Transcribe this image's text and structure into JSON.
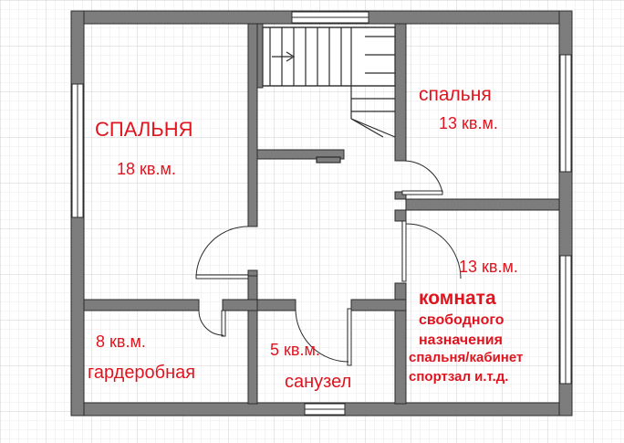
{
  "colors": {
    "wall": "#7d7d7d",
    "wall_outline": "#2b2b2b",
    "label_red": "#e0141e",
    "label_dark": "#222222",
    "grid_minor": "#e8e8e8",
    "grid_major": "#cfcfcf"
  },
  "rooms": {
    "bedroom_left": {
      "name": "СПАЛЬНЯ",
      "area": "18 кв.м."
    },
    "bedroom_right": {
      "name": "спальня",
      "area": "13 кв.м."
    },
    "multi_room": {
      "area": "13 кв.м.",
      "name": "комната",
      "name_line2": "свободного",
      "name_line3": "назначения",
      "use1": "спальня/кабинет",
      "use2": "спортзал и.т.д."
    },
    "wardrobe": {
      "area": "8 кв.м.",
      "name": "гардеробная"
    },
    "bathroom": {
      "area": "5 кв.м.",
      "name": "санузел"
    }
  }
}
